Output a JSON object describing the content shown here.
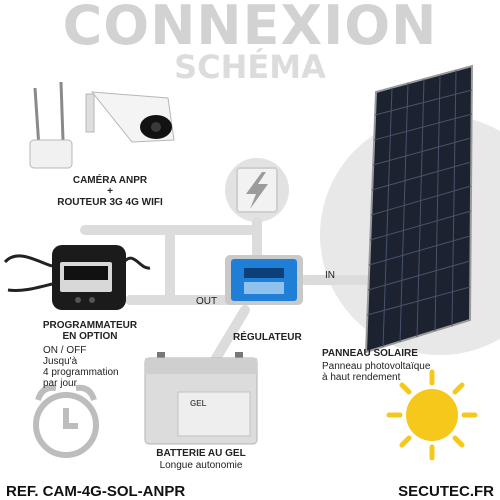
{
  "header": {
    "title": "CONNEXION",
    "subtitle": "SCHÉMA"
  },
  "camera": {
    "label_line1": "CAMÉRA ANPR",
    "label_line2": "+",
    "label_line3": "ROUTEUR 3G 4G WIFI"
  },
  "programmer": {
    "label_line1": "PROGRAMMATEUR",
    "label_line2": "EN OPTION",
    "desc_line1": "ON / OFF",
    "desc_line2": "Jusqu'à",
    "desc_line3": "4 programmation",
    "desc_line4": "par jour"
  },
  "regulator": {
    "label": "RÉGULATEUR",
    "out_label": "OUT",
    "in_label": "IN"
  },
  "solar_panel": {
    "label": "PANNEAU SOLAIRE",
    "desc_line1": "Panneau photovoltaïque",
    "desc_line2": "à haut rendement"
  },
  "battery": {
    "label": "BATTERIE AU GEL",
    "desc": "Longue autonomie",
    "brand_text": "GEL"
  },
  "footer": {
    "ref": "REF. CAM-4G-SOL-ANPR",
    "site": "SECUTEC.FR"
  },
  "colors": {
    "connector_gray": "#dcdcdc",
    "panel_dark": "#1c2230",
    "regulator_blue": "#1f7fd6",
    "sun_yellow": "#f6c81c"
  }
}
